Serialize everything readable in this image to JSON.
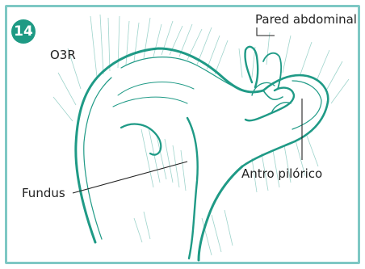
{
  "figure": {
    "number": "14",
    "code": "O3R",
    "labels": {
      "pared_abdominal": "Pared abdominal",
      "antro_pilorico": "Antro pilórico",
      "fundus": "Fundus"
    }
  },
  "colors": {
    "frame": "#7ec8c4",
    "badge": "#1e9a84",
    "ink": "#1f9a86",
    "hatch": "#9fd4cc",
    "text": "#222222"
  }
}
